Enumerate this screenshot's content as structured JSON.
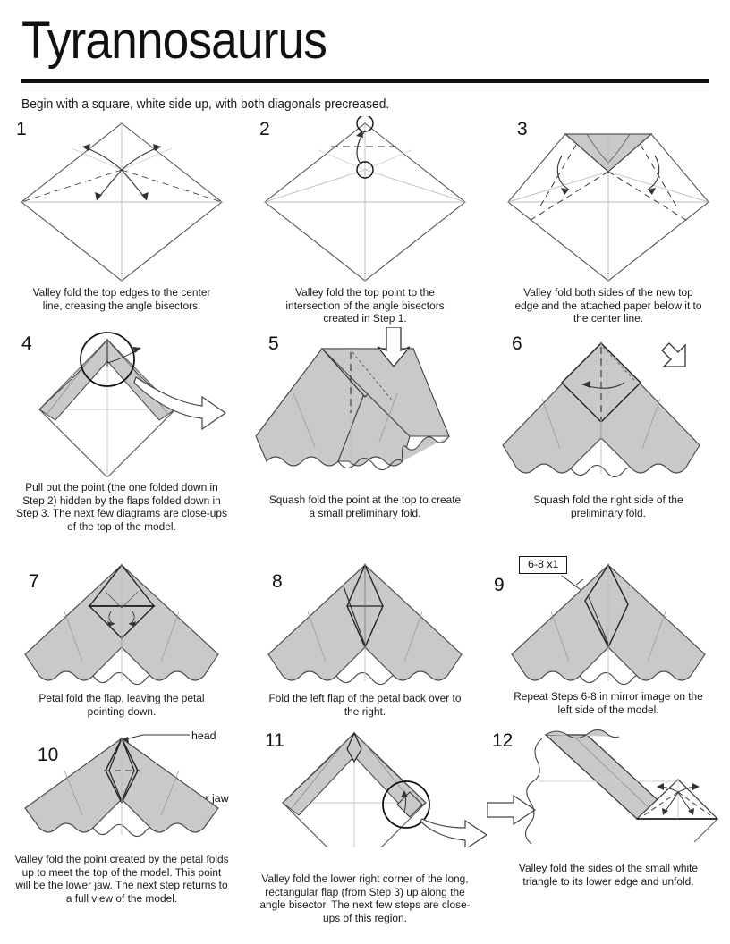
{
  "document": {
    "title": "Tyrannosaurus",
    "intro": "Begin with a square, white side up, with both diagonals precreased."
  },
  "theme": {
    "paper_gray": "#c9c9c9",
    "line_dark": "#1a1a1a",
    "line_light": "#b0b0b0",
    "crease_dash": "#444444",
    "background": "#ffffff"
  },
  "steps": [
    {
      "number": "1",
      "caption": "Valley fold the top edges to the center line, creasing the angle bisectors."
    },
    {
      "number": "2",
      "caption": "Valley fold the top point to the intersection of the angle bisectors created in Step 1."
    },
    {
      "number": "3",
      "caption": "Valley fold both sides of the new top edge and the attached paper below it to the center line."
    },
    {
      "number": "4",
      "caption": "Pull out the point (the one folded down in Step 2) hidden by the flaps folded down in Step 3.  The next few diagrams are close-ups of the top of the model."
    },
    {
      "number": "5",
      "caption": "Squash fold the point at the top to create a small preliminary fold."
    },
    {
      "number": "6",
      "caption": "Squash fold the right side of the preliminary fold."
    },
    {
      "number": "7",
      "caption": "Petal fold the flap, leaving the petal pointing down."
    },
    {
      "number": "8",
      "caption": "Fold the left flap of the petal back over to the right."
    },
    {
      "number": "9",
      "caption": "Repeat Steps 6-8 in mirror image on the left side of the model.",
      "repeat_label": "6-8  x1"
    },
    {
      "number": "10",
      "caption": "Valley fold the point created by the petal folds up to meet the top of the model.  This point will be the lower jaw.  The next step returns to a full view of the model.",
      "annotations": [
        "head",
        "lower jaw"
      ]
    },
    {
      "number": "11",
      "caption": "Valley fold the lower right corner of the long, rectangular flap (from Step 3) up along the angle bisector.  The next few steps are close-ups of this region."
    },
    {
      "number": "12",
      "caption": "Valley fold the sides of the small white triangle to its lower edge and unfold."
    }
  ]
}
